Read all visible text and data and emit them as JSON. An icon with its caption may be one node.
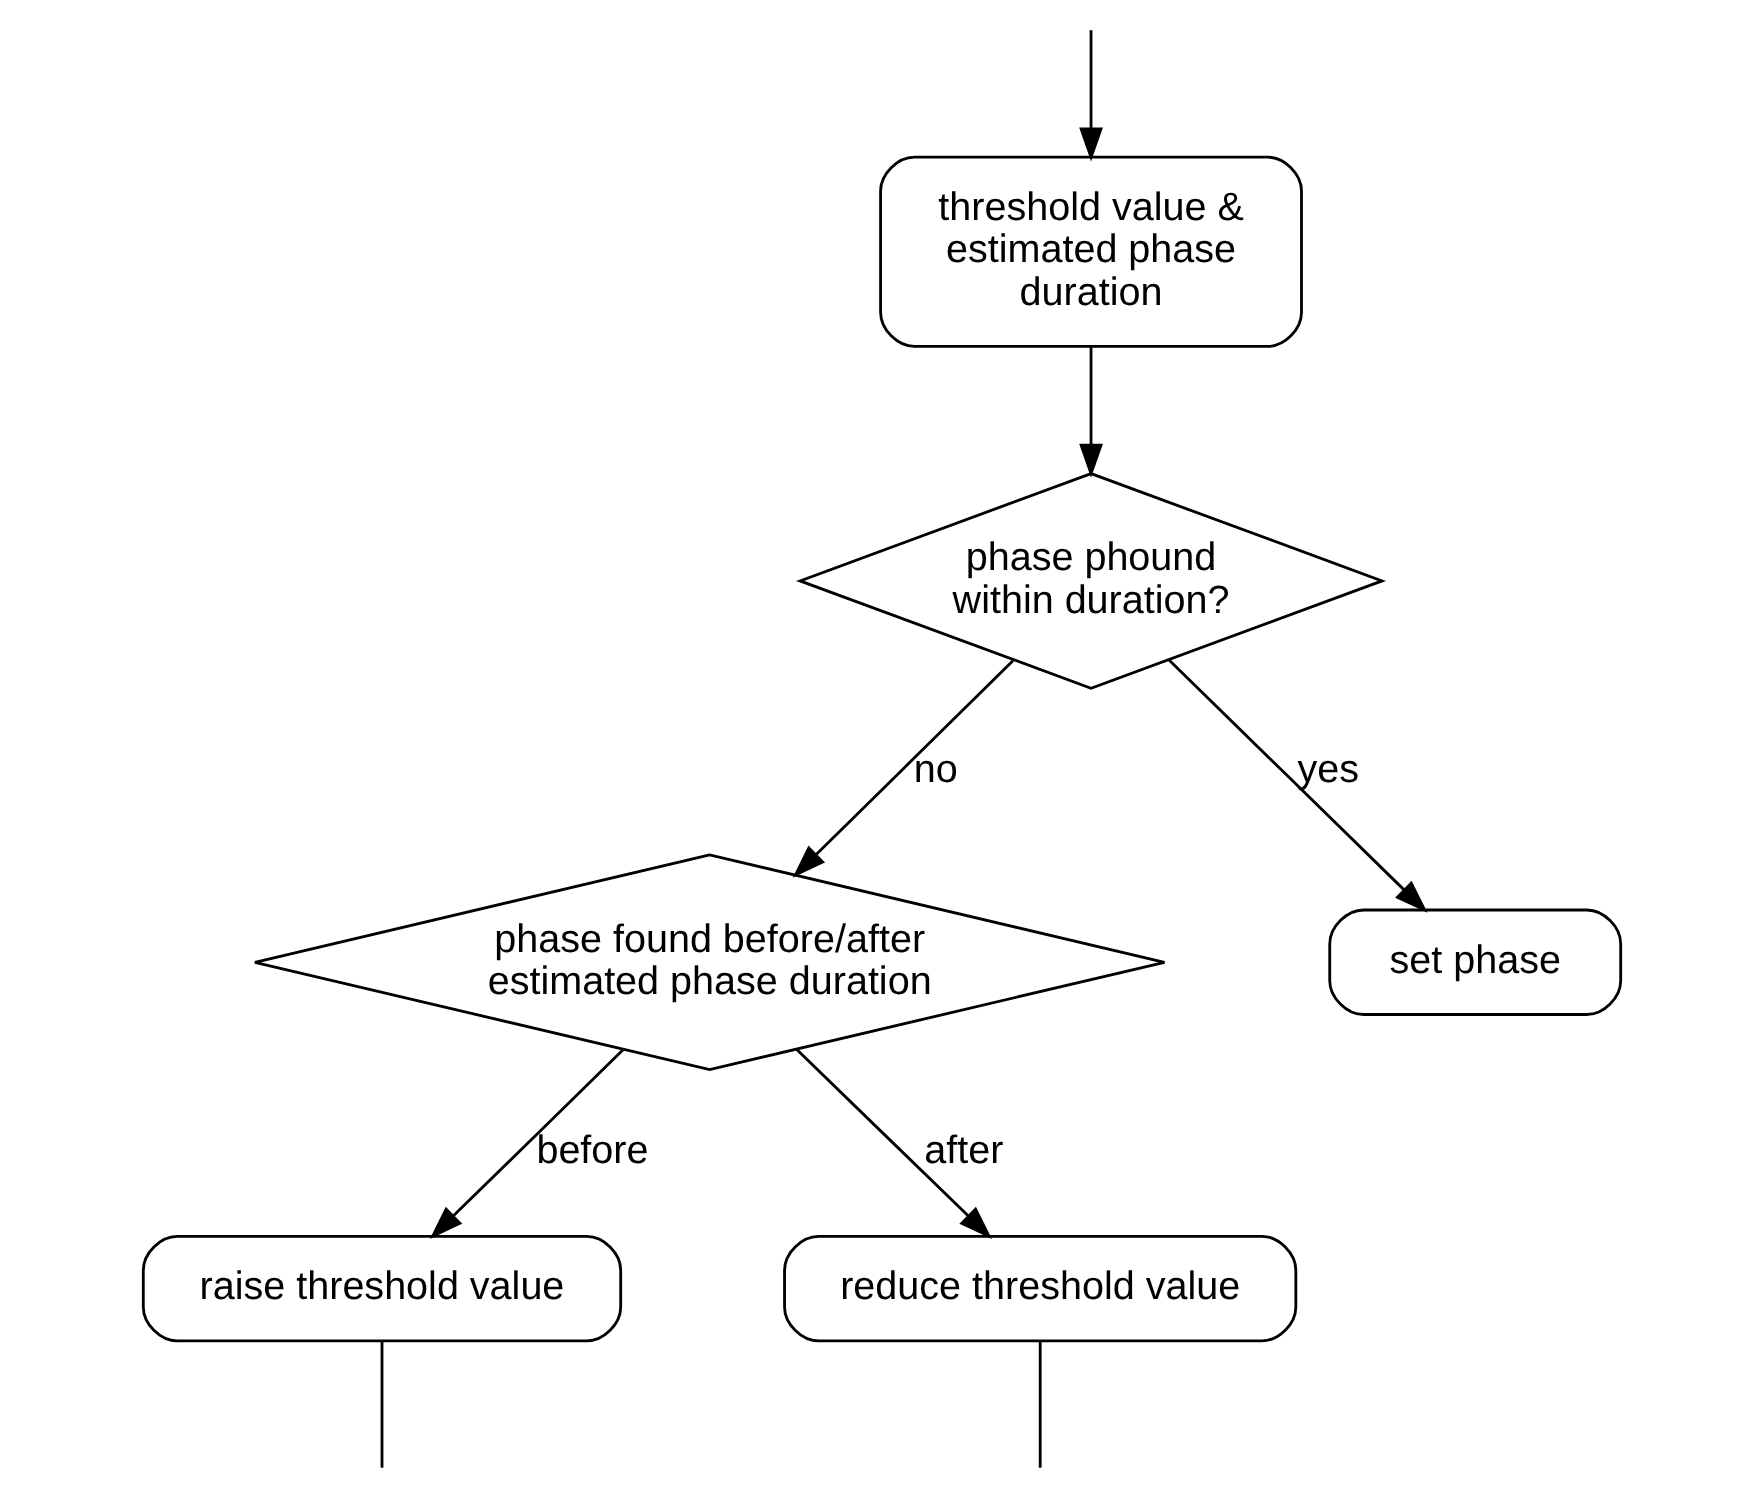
{
  "diagram": {
    "nodes": [
      {
        "text": [
          "threshold value & estimated phase duration"
        ]
      },
      {
        "text": [
          "phase phound within duration?"
        ]
      },
      {
        "text": [
          "phase found before/after estimated phase duration"
        ]
      },
      {
        "text": [
          "set phase"
        ]
      },
      {
        "text": [
          "raise threshold value"
        ]
      },
      {
        "text": [
          "reduce threshold value"
        ]
      }
    ],
    "edges": [
      {
        "from": null,
        "to": 0,
        "arrow": "to"
      },
      {
        "from": 0,
        "to": 1,
        "arrow": "to"
      },
      {
        "from": 1,
        "to": 2,
        "label": "no",
        "arrow": "to"
      },
      {
        "from": 1,
        "to": 3,
        "label": "yes",
        "arrow": "to"
      },
      {
        "from": 2,
        "to": 4,
        "label": "before",
        "arrow": "to"
      },
      {
        "from": 2,
        "to": 5,
        "label": "after",
        "arrow": "to"
      },
      {
        "from": 4,
        "to": null,
        "arrow": "none"
      },
      {
        "from": 5,
        "to": null,
        "arrow": "none"
      }
    ]
  }
}
